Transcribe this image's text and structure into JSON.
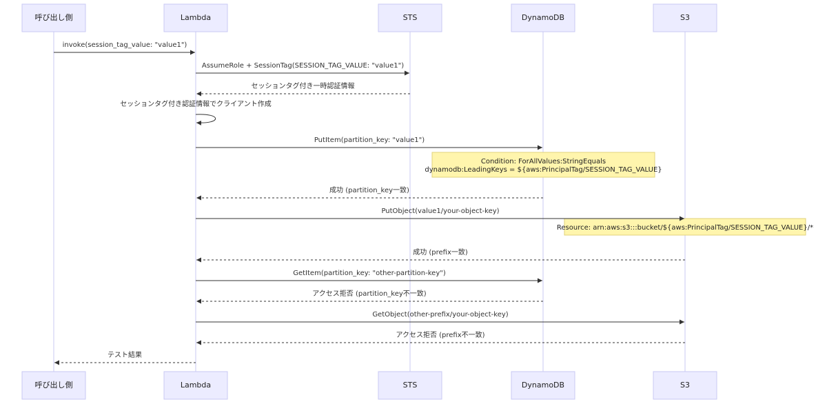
{
  "actors": [
    {
      "id": "caller",
      "label": "呼び出し側"
    },
    {
      "id": "lambda",
      "label": "Lambda"
    },
    {
      "id": "sts",
      "label": "STS"
    },
    {
      "id": "dynamodb",
      "label": "DynamoDB"
    },
    {
      "id": "s3",
      "label": "S3"
    }
  ],
  "steps": [
    {
      "kind": "message",
      "from": "caller",
      "to": "lambda",
      "label": "invoke(session_tag_value: \"value1\")",
      "dashed": false
    },
    {
      "kind": "message",
      "from": "lambda",
      "to": "sts",
      "label": "AssumeRole + SessionTag(SESSION_TAG_VALUE: \"value1\")",
      "dashed": false
    },
    {
      "kind": "message",
      "from": "sts",
      "to": "lambda",
      "label": "セッションタグ付き一時認証情報",
      "dashed": true
    },
    {
      "kind": "self",
      "actor": "lambda",
      "label": "セッションタグ付き認証情報でクライアント作成",
      "dashed": false
    },
    {
      "kind": "message",
      "from": "lambda",
      "to": "dynamodb",
      "label": "PutItem(partition_key: \"value1\")",
      "dashed": false
    },
    {
      "kind": "note",
      "actor": "dynamodb",
      "lines": [
        "Condition: ForAllValues:StringEquals",
        "dynamodb:LeadingKeys = ${aws:PrincipalTag/SESSION_TAG_VALUE}"
      ]
    },
    {
      "kind": "message",
      "from": "dynamodb",
      "to": "lambda",
      "label": "成功 (partition_key一致)",
      "dashed": true
    },
    {
      "kind": "message",
      "from": "lambda",
      "to": "s3",
      "label": "PutObject(value1/your-object-key)",
      "dashed": false
    },
    {
      "kind": "note",
      "actor": "s3",
      "lines": [
        "Resource: arn:aws:s3:::bucket/${aws:PrincipalTag/SESSION_TAG_VALUE}/*"
      ]
    },
    {
      "kind": "message",
      "from": "s3",
      "to": "lambda",
      "label": "成功 (prefix一致)",
      "dashed": true
    },
    {
      "kind": "message",
      "from": "lambda",
      "to": "dynamodb",
      "label": "GetItem(partition_key: \"other-partition-key\")",
      "dashed": false
    },
    {
      "kind": "message",
      "from": "dynamodb",
      "to": "lambda",
      "label": "アクセス拒否 (partition_key不一致)",
      "dashed": true
    },
    {
      "kind": "message",
      "from": "lambda",
      "to": "s3",
      "label": "GetObject(other-prefix/your-object-key)",
      "dashed": false
    },
    {
      "kind": "message",
      "from": "s3",
      "to": "lambda",
      "label": "アクセス拒否 (prefix不一致)",
      "dashed": true
    },
    {
      "kind": "message",
      "from": "lambda",
      "to": "caller",
      "label": "テスト結果",
      "dashed": true
    }
  ]
}
